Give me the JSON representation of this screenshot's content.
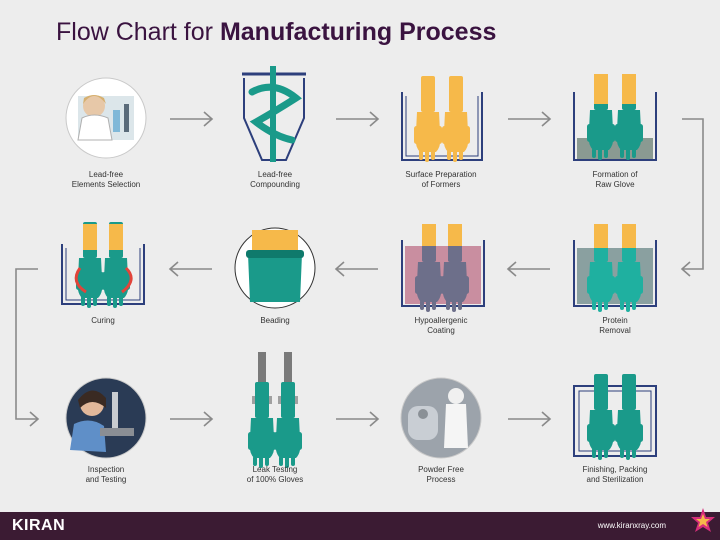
{
  "header": {
    "title_prefix": "Flow Chart for ",
    "title_bold": "Manufacturing Process"
  },
  "steps": [
    {
      "label": "Lead-free\nElements Selection"
    },
    {
      "label": "Lead-free\nCompounding"
    },
    {
      "label": "Surface Preparation\nof Formers"
    },
    {
      "label": "Formation of\nRaw Glove"
    },
    {
      "label": "Curing"
    },
    {
      "label": "Beading"
    },
    {
      "label": "Hypoallergenic\nCoating"
    },
    {
      "label": "Protein\nRemoval"
    },
    {
      "label": "Inspection\nand Testing"
    },
    {
      "label": "Leak Testing\nof 100% Gloves"
    },
    {
      "label": "Powder Free\nProcess"
    },
    {
      "label": "Finishing, Packing\nand Sterilization"
    }
  ],
  "colors": {
    "glove_teal": "#1a9a8a",
    "former_orange": "#f6b94a",
    "arrow_gray": "#8a8a8a",
    "tank_blue": "#2d3f7c",
    "footer": "#3b1b33",
    "title": "#3a1340"
  },
  "footer": {
    "brand": "KIRAN",
    "website": "www.kiranxray.com"
  }
}
